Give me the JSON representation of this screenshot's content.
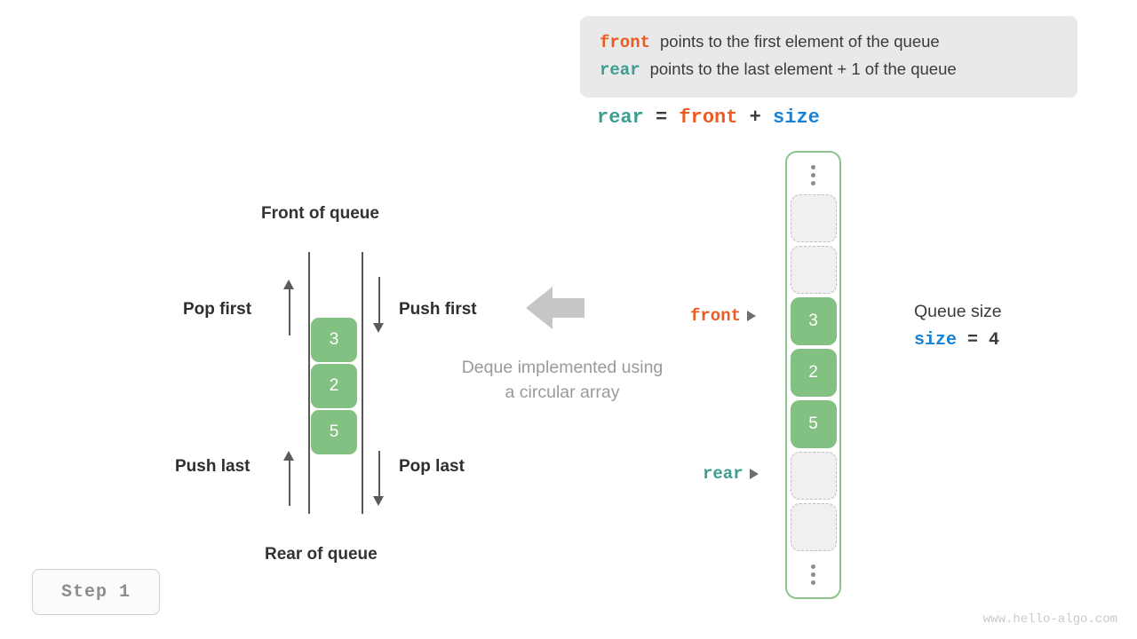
{
  "note": {
    "lines": [
      {
        "key": "front",
        "key_color": "#ec5b24",
        "text": "points to the first element of the queue"
      },
      {
        "key": "rear",
        "key_color": "#3d9e8f",
        "text": "points to the last element + 1 of the queue"
      }
    ]
  },
  "formula": {
    "lhs": "rear",
    "eq": " = ",
    "op1": "front",
    "plus": " + ",
    "op2": "size"
  },
  "deque": {
    "top_label": "Front of queue",
    "bottom_label": "Rear of queue",
    "cells": [
      "3",
      "2",
      "5"
    ],
    "operations": {
      "pop_first": "Pop first",
      "push_first": "Push first",
      "push_last": "Push last",
      "pop_last": "Pop last"
    },
    "caption": "Deque implemented using\na circular array"
  },
  "array": {
    "slots": [
      {
        "state": "empty",
        "value": ""
      },
      {
        "state": "empty",
        "value": ""
      },
      {
        "state": "filled",
        "value": "3"
      },
      {
        "state": "filled",
        "value": "2"
      },
      {
        "state": "filled",
        "value": "5"
      },
      {
        "state": "empty",
        "value": ""
      },
      {
        "state": "empty",
        "value": ""
      }
    ],
    "pointers": {
      "front": "front",
      "rear": "rear"
    }
  },
  "queue_size": {
    "label": "Queue size",
    "var": "size",
    "eq": " = ",
    "value": "4"
  },
  "step_badge": "Step 1",
  "watermark": "www.hello-algo.com",
  "colors": {
    "front": "#ec5b24",
    "rear": "#3d9e8f",
    "size": "#1783d6",
    "cell_green": "#82c182",
    "container_green": "#8cc48c",
    "note_bg": "#e9e9e9",
    "muted": "#9a9a9a"
  }
}
